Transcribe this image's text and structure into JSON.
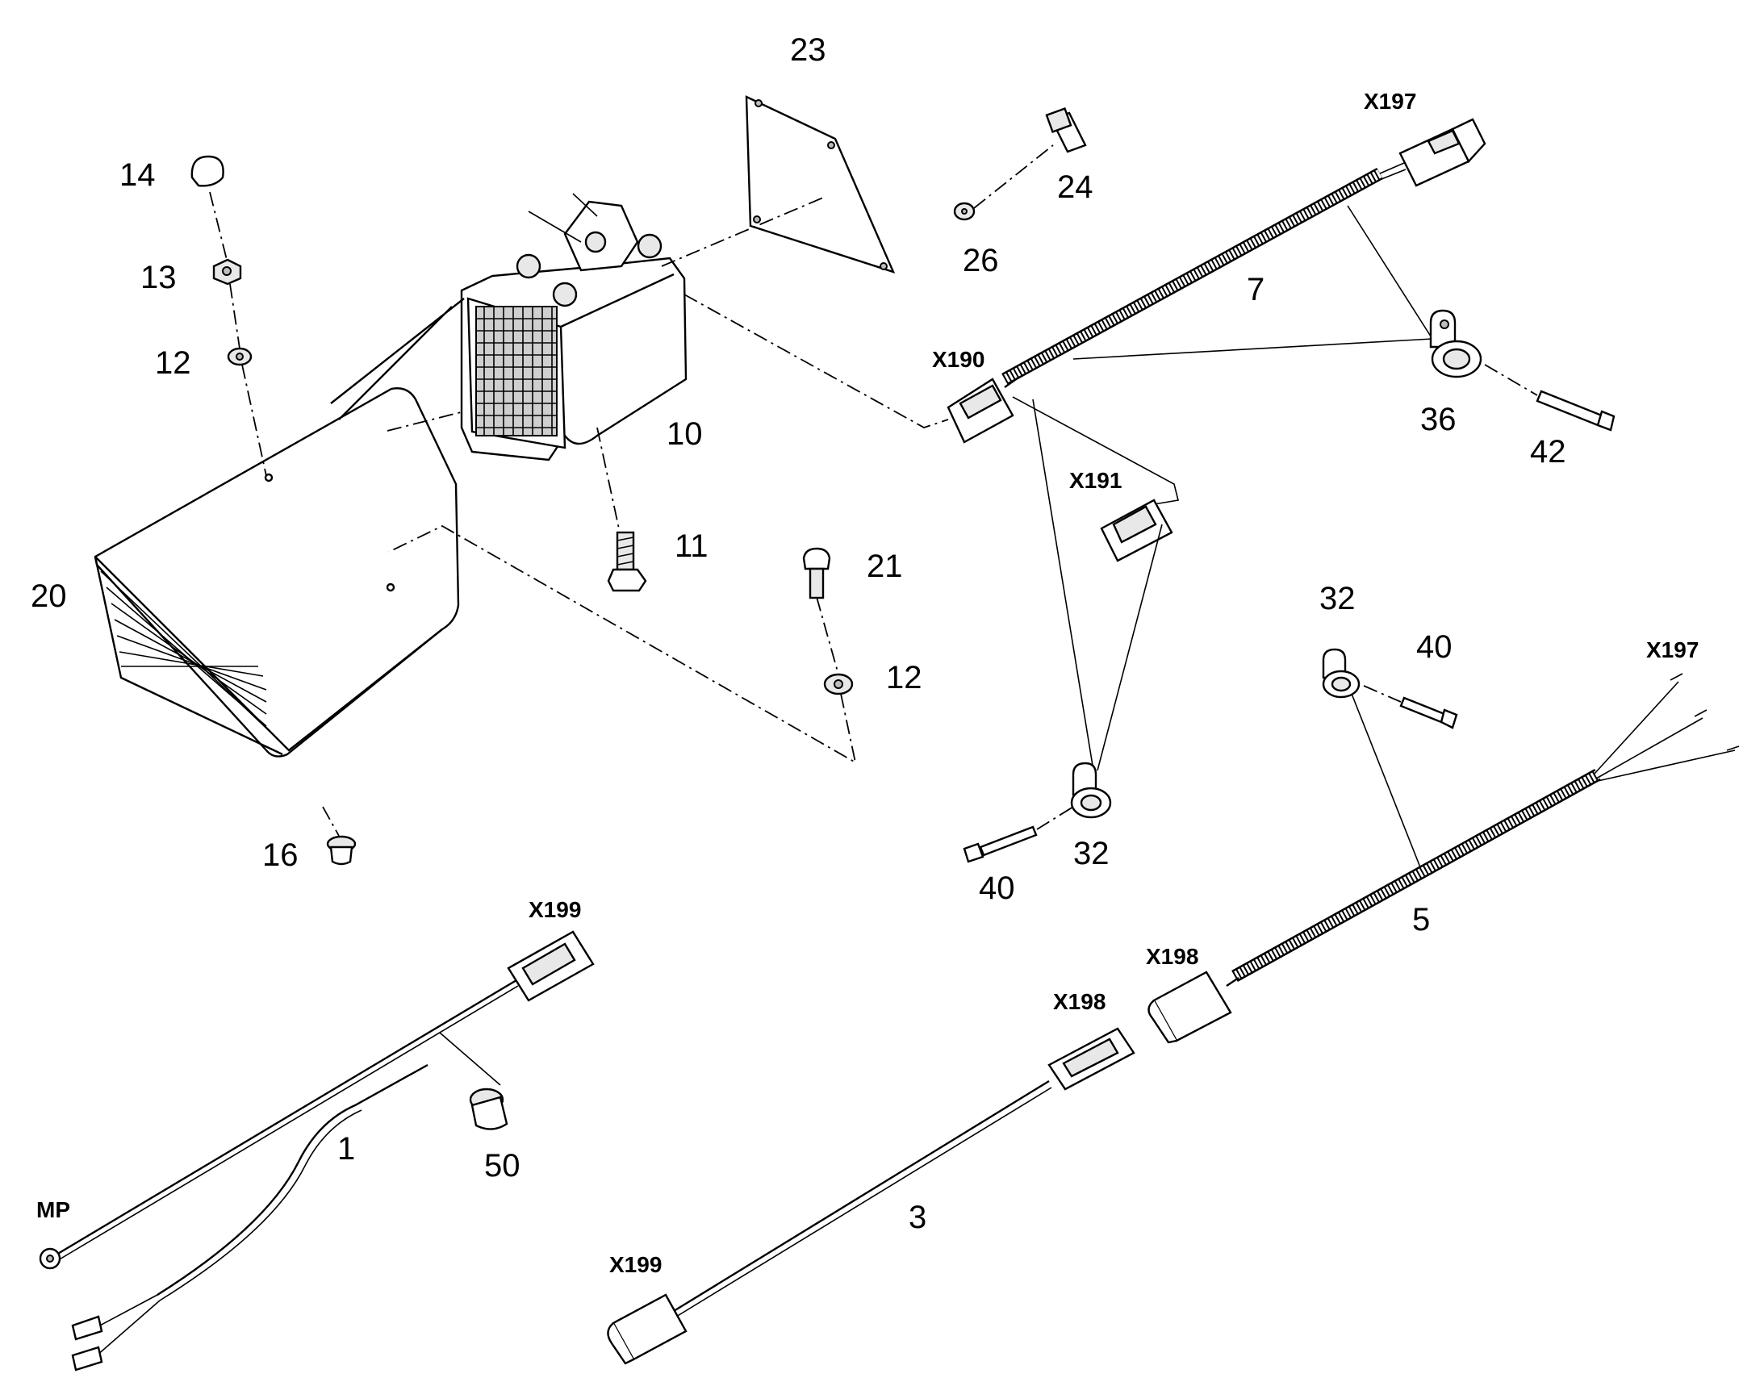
{
  "diagram": {
    "parts": [
      {
        "key": "p1",
        "label": "1"
      },
      {
        "key": "p3",
        "label": "3"
      },
      {
        "key": "p5",
        "label": "5"
      },
      {
        "key": "p7",
        "label": "7"
      },
      {
        "key": "p10",
        "label": "10"
      },
      {
        "key": "p11",
        "label": "11"
      },
      {
        "key": "p12a",
        "label": "12"
      },
      {
        "key": "p12b",
        "label": "12"
      },
      {
        "key": "p13",
        "label": "13"
      },
      {
        "key": "p14",
        "label": "14"
      },
      {
        "key": "p16",
        "label": "16"
      },
      {
        "key": "p20",
        "label": "20"
      },
      {
        "key": "p21",
        "label": "21"
      },
      {
        "key": "p23",
        "label": "23"
      },
      {
        "key": "p24",
        "label": "24"
      },
      {
        "key": "p26",
        "label": "26"
      },
      {
        "key": "p32a",
        "label": "32"
      },
      {
        "key": "p32b",
        "label": "32"
      },
      {
        "key": "p36",
        "label": "36"
      },
      {
        "key": "p40a",
        "label": "40"
      },
      {
        "key": "p40b",
        "label": "40"
      },
      {
        "key": "p42",
        "label": "42"
      },
      {
        "key": "p50",
        "label": "50"
      }
    ],
    "connectors": [
      {
        "key": "c_x197a",
        "label": "X197"
      },
      {
        "key": "c_x197b",
        "label": "X197"
      },
      {
        "key": "c_x190",
        "label": "X190"
      },
      {
        "key": "c_x191",
        "label": "X191"
      },
      {
        "key": "c_x199a",
        "label": "X199"
      },
      {
        "key": "c_x199b",
        "label": "X199"
      },
      {
        "key": "c_x198a",
        "label": "X198"
      },
      {
        "key": "c_x198b",
        "label": "X198"
      },
      {
        "key": "c_mp",
        "label": "MP"
      }
    ]
  }
}
